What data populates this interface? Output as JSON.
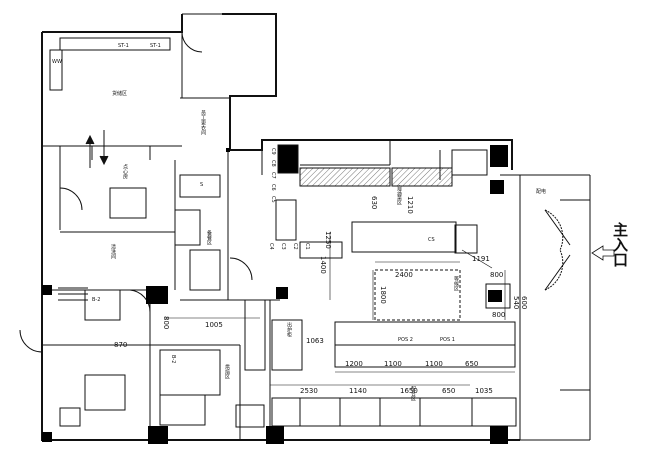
{
  "entrance": {
    "label": "主入口"
  },
  "rooms": {
    "cold_storage": "货储区",
    "staff_locker": "员工更衣间",
    "meal_prep": "点心房",
    "wash": "清洗间",
    "pantry": "备餐区",
    "bake": "烘焙区",
    "buffet": "出炉柜",
    "self_serve": "自选菜区",
    "waiting": "等候区",
    "side_prep": "配合区"
  },
  "dimensions": {
    "d630": "630",
    "d1210": "1210",
    "d1250": "1250",
    "d1400": "1400",
    "d2400": "2400",
    "d1800": "1800",
    "d800a": "800",
    "d800b": "800",
    "d1005": "1005",
    "d1063": "1063",
    "d870": "870",
    "d1200": "1200",
    "d1100a": "1100",
    "d1100b": "1100",
    "d650a": "650",
    "d2530": "2530",
    "d1140": "1140",
    "d1650": "1650",
    "d650b": "650",
    "d1035": "1035",
    "d540": "540",
    "d600": "600",
    "d800c": "800",
    "d1191": "1191"
  },
  "labels": {
    "st1": "ST-1",
    "st2": "ST-1",
    "ww": "WW",
    "s": "S",
    "b2": "B-2",
    "b3": "B-2",
    "cs": "CS",
    "c1": "C1",
    "c2": "C2",
    "c3": "C3",
    "c4": "C4",
    "c5": "C5",
    "c6": "C6",
    "c7": "C7",
    "c8": "C8",
    "c9": "C9",
    "pos1": "POS 1",
    "pos2": "POS 2",
    "panel": "配电"
  },
  "colors": {
    "wall": "#000000",
    "line": "#222222",
    "hatch": "#555555"
  }
}
